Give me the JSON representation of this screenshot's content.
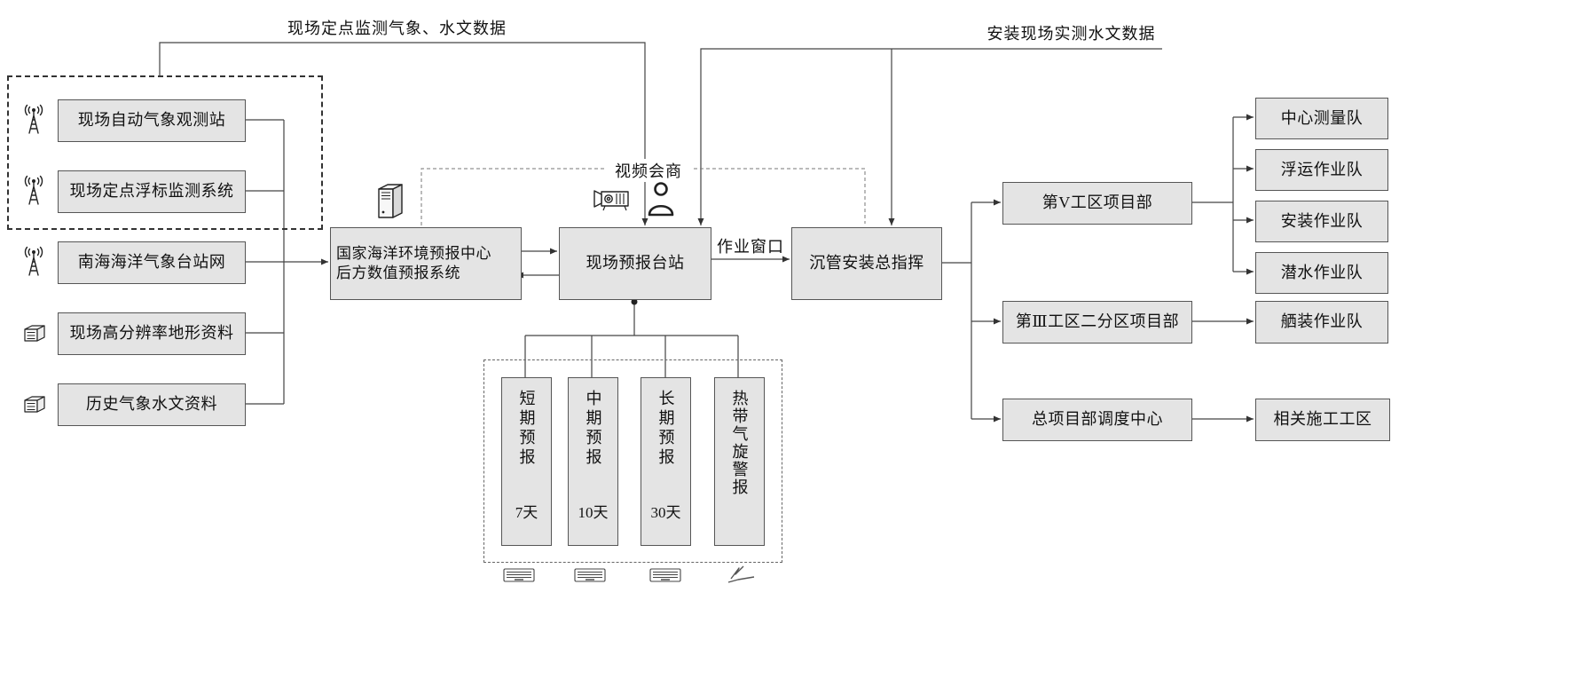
{
  "colors": {
    "background": "#ffffff",
    "box_fill": "#e4e4e4",
    "box_border": "#565656",
    "line": "#444444",
    "text": "#111111"
  },
  "top_labels": {
    "left": "现场定点监测气象、水文数据",
    "right": "安装现场实测水文数据"
  },
  "left_sources": [
    {
      "icon": "antenna-icon",
      "label": "现场自动气象观测站"
    },
    {
      "icon": "antenna-icon",
      "label": "现场定点浮标监测系统"
    },
    {
      "icon": "antenna-icon",
      "label": "南海海洋气象台站网"
    },
    {
      "icon": "archive-icon",
      "label": "现场高分辨率地形资料"
    },
    {
      "icon": "archive-icon",
      "label": "历史气象水文资料"
    }
  ],
  "center": {
    "national_system": "国家海洋环境预报中心\n后方数值预报系统",
    "video_conference_label": "视频会商",
    "site_station": "现场预报台站",
    "work_window_label": "作业窗口",
    "commander": "沉管安装总指挥",
    "icons": [
      "server-icon",
      "projector-icon",
      "person-icon"
    ]
  },
  "forecast_panel": {
    "items": [
      {
        "label": "短期预报",
        "duration": "7天",
        "icon": "report-icon"
      },
      {
        "label": "中期预报",
        "duration": "10天",
        "icon": "report-icon"
      },
      {
        "label": "长期预报",
        "duration": "30天",
        "icon": "report-icon"
      },
      {
        "label": "热带气旋警报",
        "duration": "",
        "icon": "lightning-icon"
      }
    ]
  },
  "departments": [
    {
      "label": "第V工区项目部"
    },
    {
      "label": "第Ⅲ工区二分区项目部"
    },
    {
      "label": "总项目部调度中心"
    }
  ],
  "teams": [
    {
      "label": "中心测量队"
    },
    {
      "label": "浮运作业队"
    },
    {
      "label": "安装作业队"
    },
    {
      "label": "潜水作业队"
    },
    {
      "label": "舾装作业队"
    },
    {
      "label": "相关施工工区"
    }
  ]
}
